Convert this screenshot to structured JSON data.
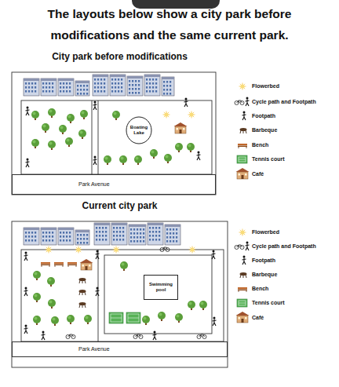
{
  "diagram": {
    "title": "The layouts below show a city park before modifications and the same current park.",
    "nodes": [
      {
        "text": [
          "City park before modifications"
        ]
      },
      {
        "text": [
          "Boating Lake"
        ],
        "in": 0
      },
      {
        "text": [
          "Park Avenue"
        ],
        "in": 0
      },
      {
        "text": [
          "Current city park"
        ]
      },
      {
        "text": [
          "Swimming pool"
        ],
        "in": 3
      },
      {
        "text": [
          "Park Avenue"
        ],
        "in": 3
      }
    ],
    "legend": [
      {
        "text": "Flowerbed"
      },
      {
        "text": "Cycle path and Footpath"
      },
      {
        "text": "Footpath"
      },
      {
        "text": "Barbeque"
      },
      {
        "text": "Bench"
      },
      {
        "text": "Tennis court"
      },
      {
        "text": "Café"
      },
      {
        "text": "Flowerbed"
      },
      {
        "text": "Cycle path and Footpath"
      },
      {
        "text": "Footpath"
      },
      {
        "text": "Barbeque"
      },
      {
        "text": "Bench"
      },
      {
        "text": "Tennis court"
      },
      {
        "text": "Café"
      }
    ]
  }
}
